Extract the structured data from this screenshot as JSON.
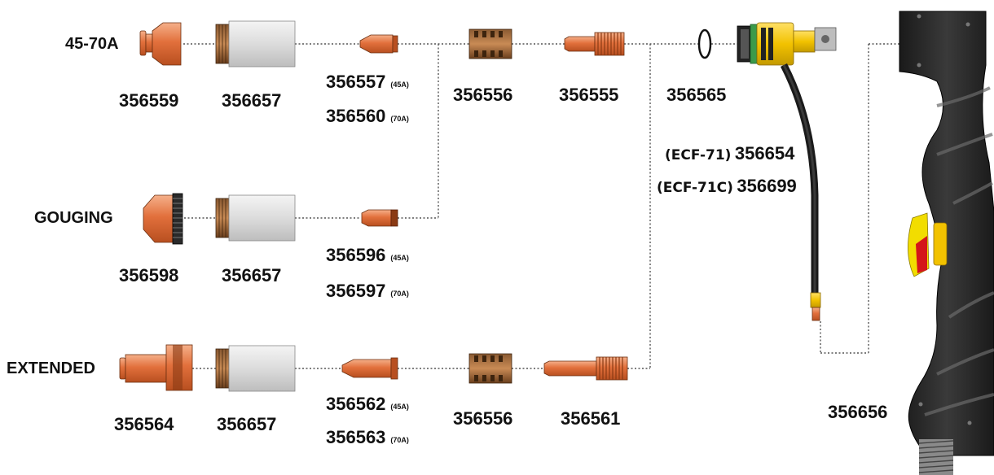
{
  "rows": {
    "row1_label": "45-70A",
    "row2_label": "GOUGING",
    "row3_label": "EXTENDED"
  },
  "parts": {
    "p356559": "356559",
    "p356657_a": "356657",
    "p356557": "356557",
    "p356557_amp": "(45A)",
    "p356560": "356560",
    "p356560_amp": "(70A)",
    "p356556_a": "356556",
    "p356555": "356555",
    "p356565": "356565",
    "p356598": "356598",
    "p356657_b": "356657",
    "p356596": "356596",
    "p356596_amp": "(45A)",
    "p356597": "356597",
    "p356597_amp": "(70A)",
    "p356564": "356564",
    "p356657_c": "356657",
    "p356562": "356562",
    "p356562_amp": "(45A)",
    "p356563": "356563",
    "p356563_amp": "(70A)",
    "p356556_b": "356556",
    "p356561": "356561",
    "p356656": "356656"
  },
  "heads": {
    "ecf71_code": "(ECF-71)",
    "ecf71_pn": "356654",
    "ecf71c_code": "(ECF-71C)",
    "ecf71c_pn": "356699"
  },
  "colors": {
    "copper": "#e07a4a",
    "copper_dark": "#9c4a22",
    "silver": "#d9d9d9",
    "yellow": "#f2c200",
    "handle": "#2a2a2a",
    "red": "#d4161a"
  }
}
